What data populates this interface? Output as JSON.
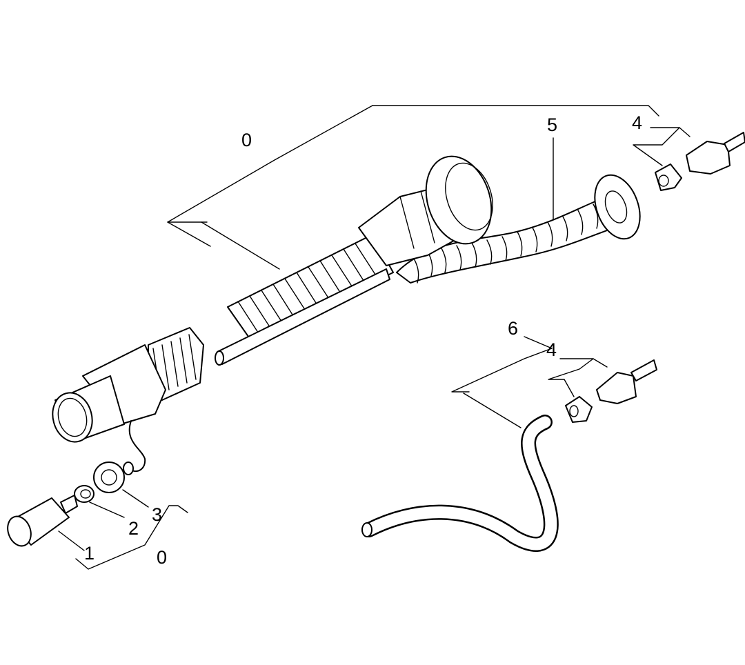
{
  "callouts": {
    "assembly_top": "0",
    "spiral_hose": "5",
    "fitting_top": "4",
    "hose_assembly": "6",
    "fitting_right": "4",
    "coupling": "1",
    "clip": "2",
    "ring": "3",
    "kit_bottom": "0"
  }
}
